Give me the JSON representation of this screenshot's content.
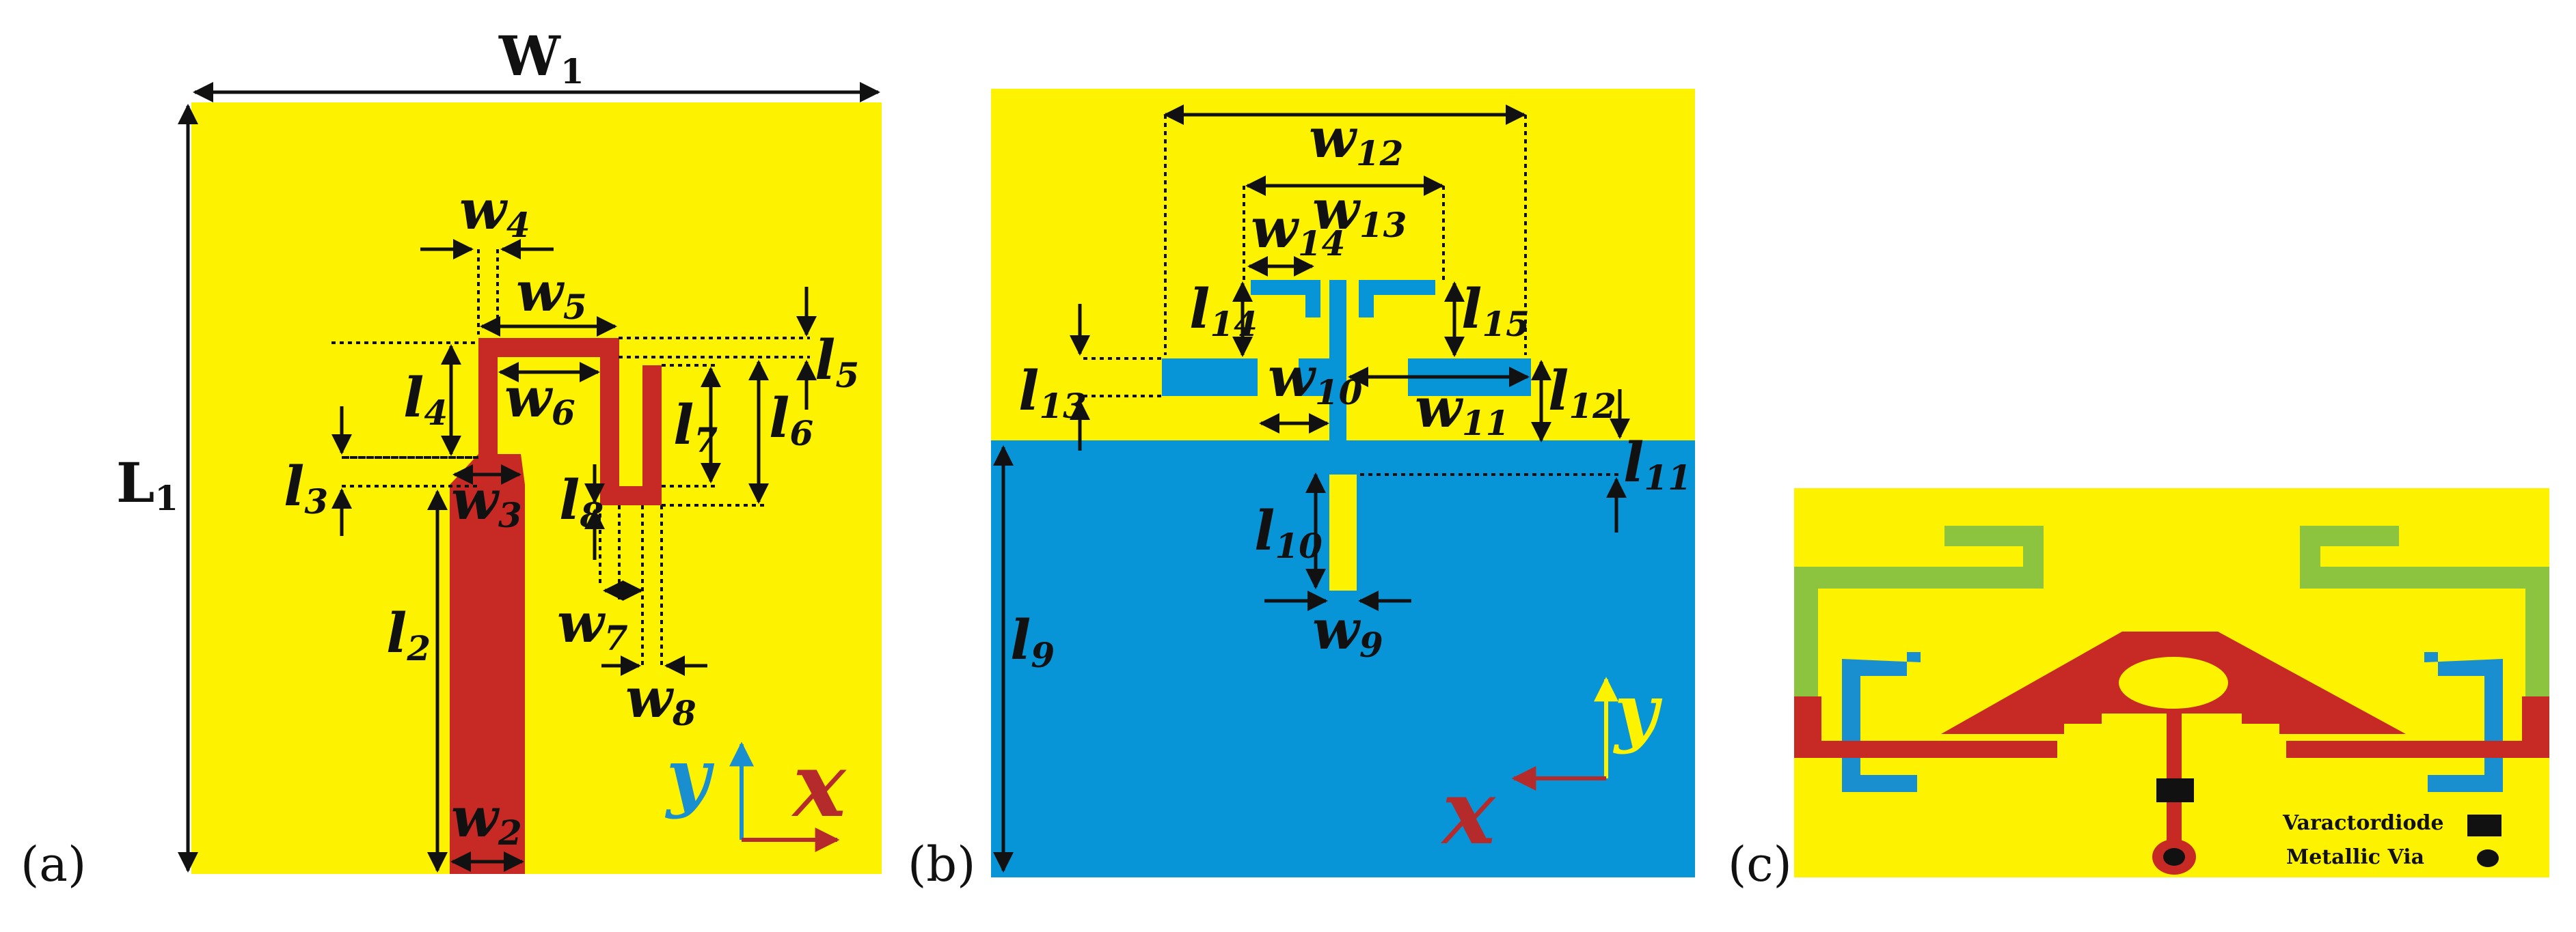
{
  "panels": {
    "a": {
      "tag": "(a)",
      "labels": {
        "W1": "W",
        "W1_sub": "1",
        "L1": "L",
        "L1_sub": "1",
        "w4": "w",
        "w4_sub": "4",
        "w5": "w",
        "w5_sub": "5",
        "w6": "w",
        "w6_sub": "6",
        "w3": "w",
        "w3_sub": "3",
        "w7": "w",
        "w7_sub": "7",
        "w8": "w",
        "w8_sub": "8",
        "w2": "w",
        "w2_sub": "2",
        "l2": "l",
        "l2_sub": "2",
        "l3": "l",
        "l3_sub": "3",
        "l4": "l",
        "l4_sub": "4",
        "l5": "l",
        "l5_sub": "5",
        "l6": "l",
        "l6_sub": "6",
        "l7": "l",
        "l7_sub": "7",
        "l8": "l",
        "l8_sub": "8",
        "axis_y": "y",
        "axis_x": "x"
      }
    },
    "b": {
      "tag": "(b)",
      "labels": {
        "w12": "w",
        "w12_sub": "12",
        "w13": "w",
        "w13_sub": "13",
        "w14": "w",
        "w14_sub": "14",
        "w10": "w",
        "w10_sub": "10",
        "w11": "w",
        "w11_sub": "11",
        "w9": "w",
        "w9_sub": "9",
        "l9": "l",
        "l9_sub": "9",
        "l10": "l",
        "l10_sub": "10",
        "l11": "l",
        "l11_sub": "11",
        "l12": "l",
        "l12_sub": "12",
        "l13": "l",
        "l13_sub": "13",
        "l14": "l",
        "l14_sub": "14",
        "l15": "l",
        "l15_sub": "15",
        "axis_y": "y",
        "axis_x": "x"
      }
    },
    "c": {
      "tag": "(c)",
      "legend": {
        "varactor": "Varactordiode",
        "via": "Metallic Via"
      }
    }
  },
  "colors": {
    "substrate": "#fdf200",
    "patch": "#c72a25",
    "ground": "#0895d8",
    "slot_green": "#8dc43f",
    "axis_blue": "#1a8fd0",
    "axis_red": "#b52b2b",
    "ink": "#111111"
  }
}
